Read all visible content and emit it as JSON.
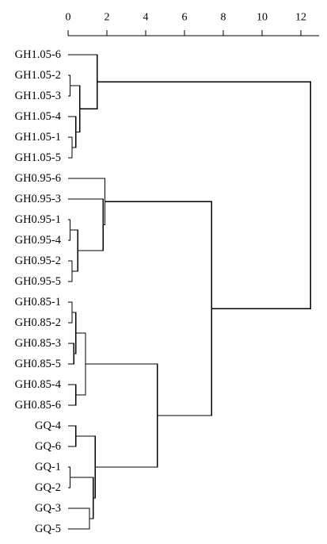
{
  "chart_data": {
    "type": "dendrogram",
    "orientation": "horizontal",
    "title": "",
    "xlabel": "",
    "ylabel": "",
    "xlim": [
      0,
      13
    ],
    "x_ticks": [
      0,
      2,
      4,
      6,
      8,
      10,
      12
    ],
    "x_tick_labels": [
      "0",
      "2",
      "4",
      "6",
      "8",
      "10",
      "12"
    ],
    "grid": false,
    "leaves": [
      "GH1.05-6",
      "GH1.05-2",
      "GH1.05-3",
      "GH1.05-4",
      "GH1.05-1",
      "GH1.05-5",
      "GH0.95-6",
      "GH0.95-3",
      "GH0.95-1",
      "GH0.95-4",
      "GH0.95-2",
      "GH0.95-5",
      "GH0.85-1",
      "GH0.85-2",
      "GH0.85-3",
      "GH0.85-5",
      "GH0.85-4",
      "GH0.85-6",
      "GQ-4",
      "GQ-6",
      "GQ-1",
      "GQ-2",
      "GQ-3",
      "GQ-5"
    ],
    "merges": [
      {
        "id": "m1",
        "children": [
          "GH1.05-2",
          "GH1.05-3"
        ],
        "height": 0.1
      },
      {
        "id": "m2",
        "children": [
          "GH1.05-1",
          "GH1.05-5"
        ],
        "height": 0.2
      },
      {
        "id": "m3",
        "children": [
          "GH1.05-4",
          "m2"
        ],
        "height": 0.4
      },
      {
        "id": "m4",
        "children": [
          "m1",
          "m3"
        ],
        "height": 0.6
      },
      {
        "id": "m5",
        "children": [
          "GH1.05-6",
          "m4"
        ],
        "height": 1.5
      },
      {
        "id": "m6",
        "children": [
          "GH0.95-1",
          "GH0.95-4"
        ],
        "height": 0.1
      },
      {
        "id": "m7",
        "children": [
          "GH0.95-2",
          "GH0.95-5"
        ],
        "height": 0.2
      },
      {
        "id": "m8",
        "children": [
          "m6",
          "m7"
        ],
        "height": 0.5
      },
      {
        "id": "m9",
        "children": [
          "GH0.95-3",
          "m8"
        ],
        "height": 1.8
      },
      {
        "id": "m10",
        "children": [
          "GH0.95-6",
          "m9"
        ],
        "height": 1.9
      },
      {
        "id": "m11",
        "children": [
          "GH0.85-1",
          "GH0.85-2"
        ],
        "height": 0.2
      },
      {
        "id": "m12",
        "children": [
          "GH0.85-3",
          "GH0.85-5"
        ],
        "height": 0.3
      },
      {
        "id": "m13",
        "children": [
          "m11",
          "m12"
        ],
        "height": 0.4
      },
      {
        "id": "m14",
        "children": [
          "GH0.85-4",
          "GH0.85-6"
        ],
        "height": 0.4
      },
      {
        "id": "m15",
        "children": [
          "m13",
          "m14"
        ],
        "height": 0.9
      },
      {
        "id": "m16",
        "children": [
          "GQ-4",
          "GQ-6"
        ],
        "height": 0.4
      },
      {
        "id": "m17",
        "children": [
          "GQ-1",
          "GQ-2"
        ],
        "height": 0.1
      },
      {
        "id": "m18",
        "children": [
          "GQ-3",
          "GQ-5"
        ],
        "height": 1.1
      },
      {
        "id": "m19",
        "children": [
          "m17",
          "m18"
        ],
        "height": 1.3
      },
      {
        "id": "m20",
        "children": [
          "m16",
          "m19"
        ],
        "height": 1.4
      },
      {
        "id": "m21",
        "children": [
          "m15",
          "m20"
        ],
        "height": 4.6
      },
      {
        "id": "m22",
        "children": [
          "m10",
          "m21"
        ],
        "height": 7.4
      },
      {
        "id": "m23",
        "children": [
          "m5",
          "m22"
        ],
        "height": 12.5
      }
    ]
  }
}
